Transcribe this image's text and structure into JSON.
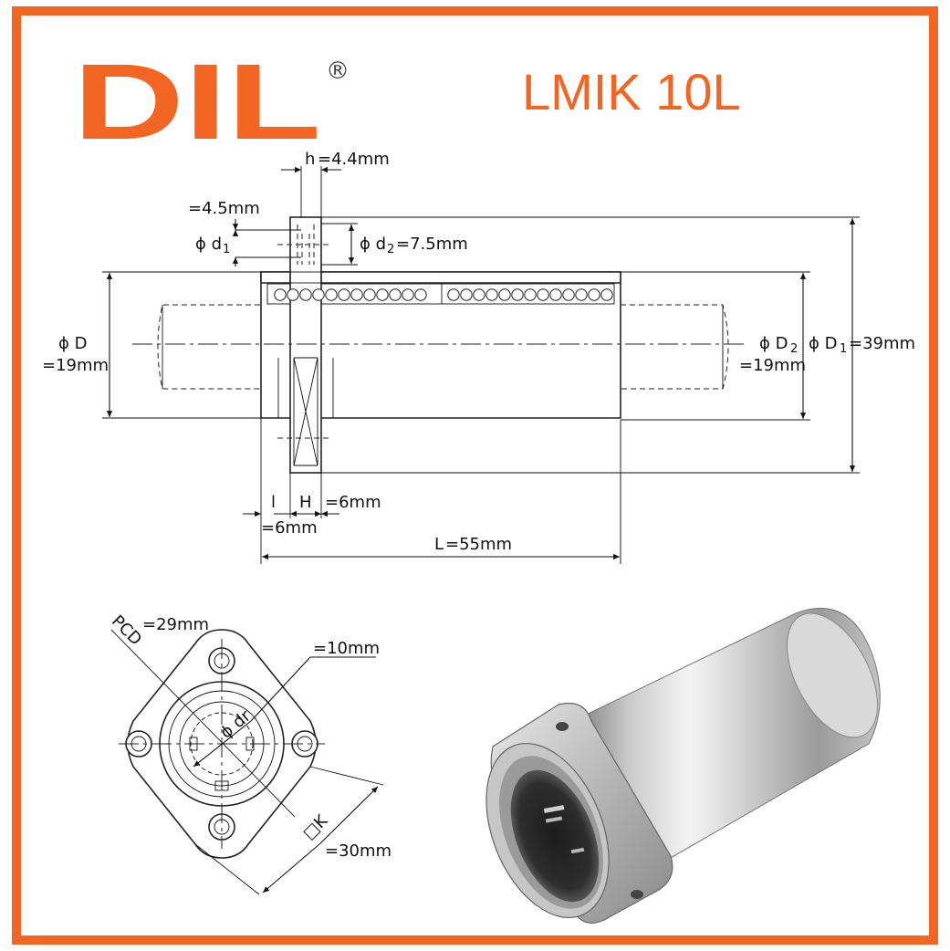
{
  "brand": {
    "logo_text": "DIL",
    "registered_mark": "®",
    "product_code": "LMIK 10L",
    "accent_color": "#f26522"
  },
  "side_view": {
    "h": {
      "symbol": "h",
      "value": "=4.4mm"
    },
    "d1": {
      "symbol": "ϕ d",
      "subscript": "1",
      "value": "=4.5mm"
    },
    "d2": {
      "symbol": "ϕ d",
      "subscript": "2",
      "value": "=7.5mm"
    },
    "D": {
      "symbol": "ϕ D",
      "value": "=19mm"
    },
    "D2": {
      "symbol": "ϕ D",
      "subscript": "2",
      "value": "=19mm"
    },
    "D1": {
      "symbol": "ϕ D",
      "subscript": "1",
      "value": "=39mm"
    },
    "l": {
      "symbol": "l",
      "value": "=6mm"
    },
    "H": {
      "symbol": "H",
      "value": "=6mm"
    },
    "L": {
      "symbol": "L",
      "value": "=55mm"
    }
  },
  "front_view": {
    "pcd": {
      "symbol": "PCD",
      "value": "=29mm"
    },
    "dr": {
      "symbol": "ϕ dr",
      "value": "=10mm"
    },
    "k": {
      "symbol": "□K",
      "value": "=30mm"
    }
  },
  "product_photo": {
    "icon": "linear-bearing-photo-icon"
  }
}
